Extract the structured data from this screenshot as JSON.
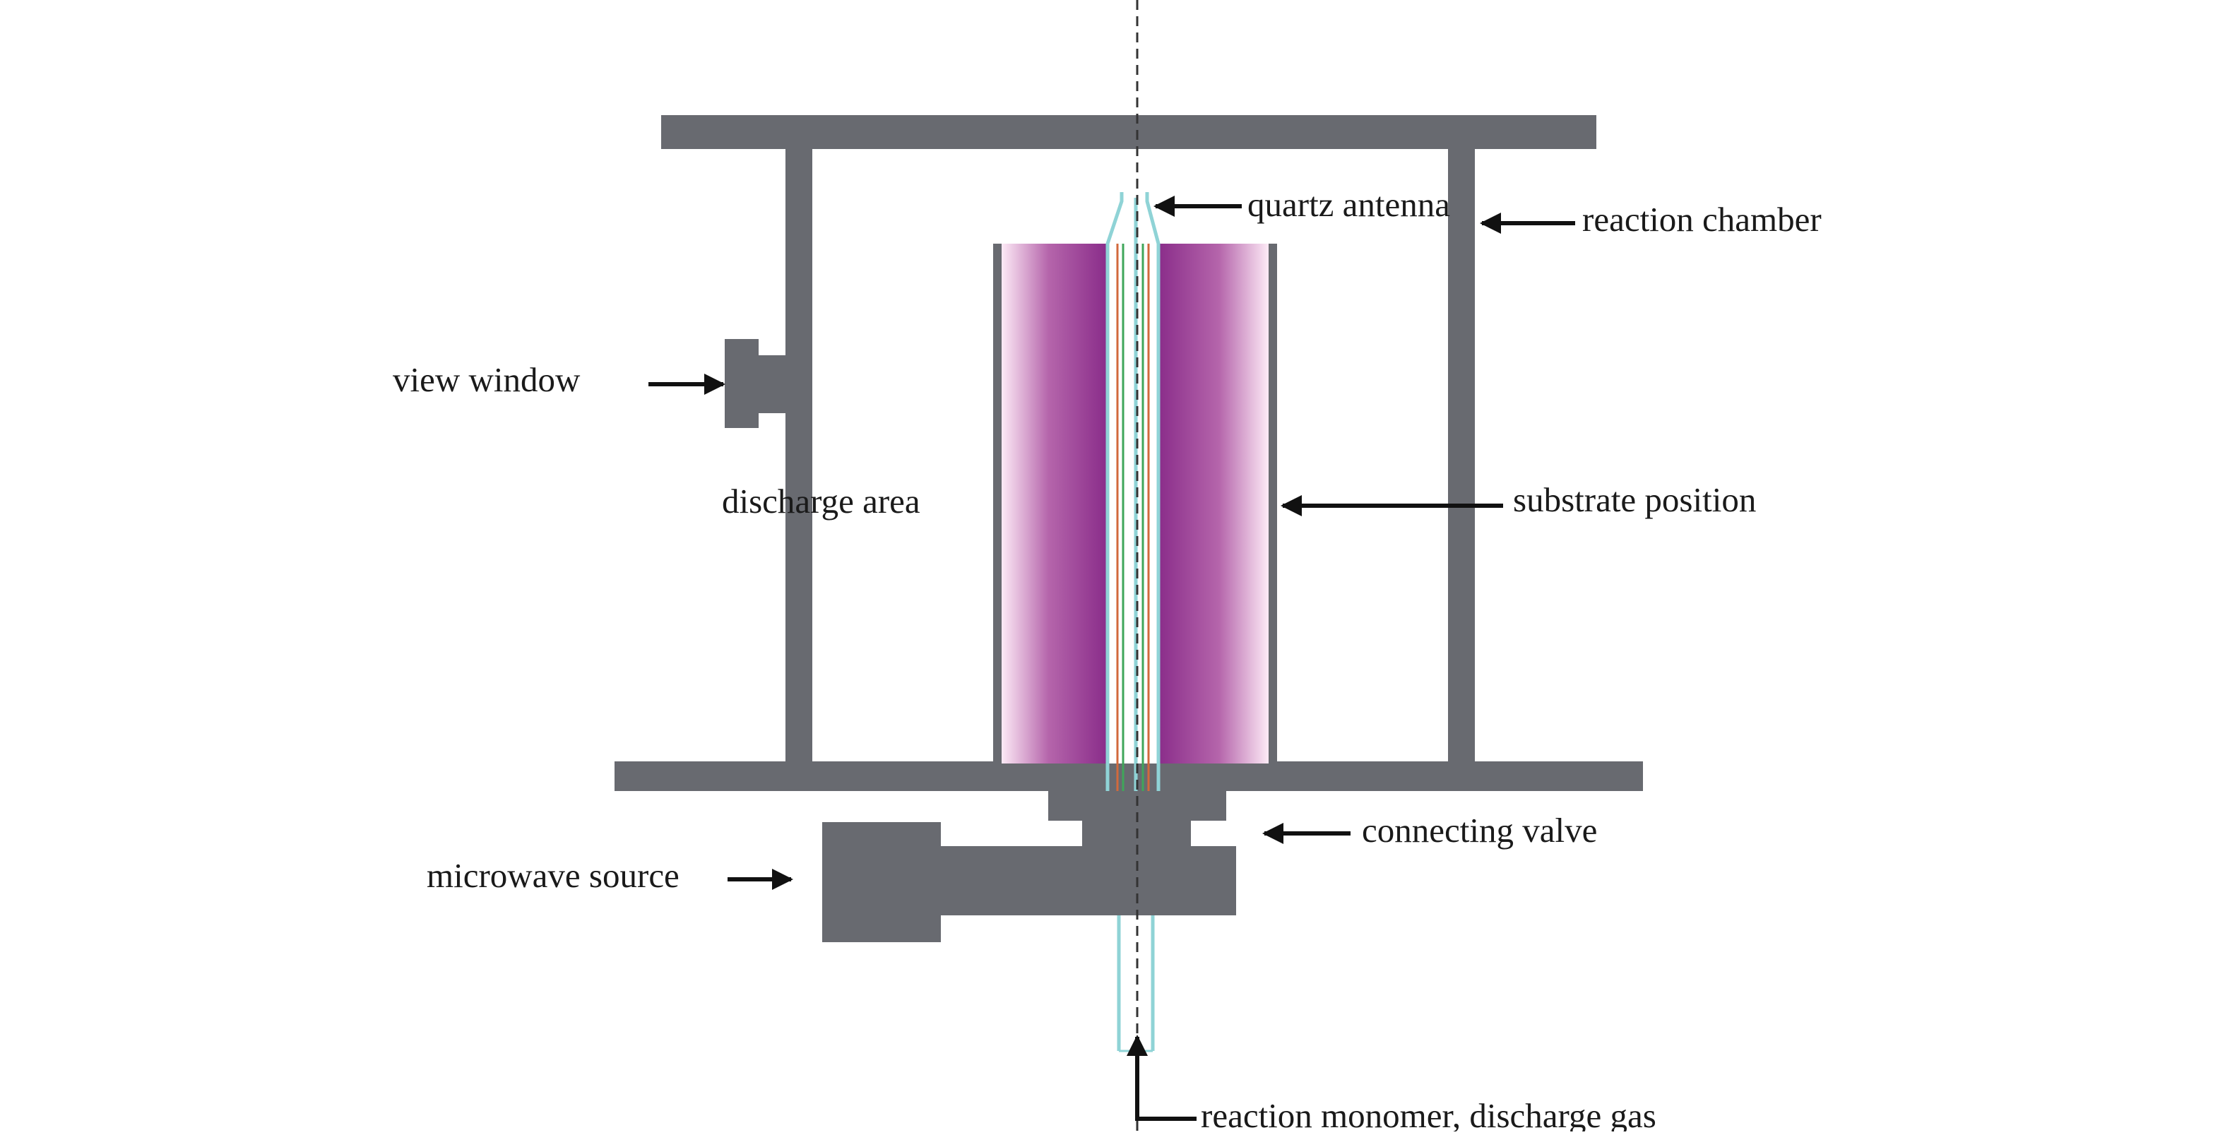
{
  "labels": {
    "quartz_antenna": "quartz antenna",
    "reaction_chamber": "reaction chamber",
    "view_window": "view window",
    "discharge_area": "discharge area",
    "substrate_position": "substrate position",
    "connecting_valve": "connecting valve",
    "microwave_source": "microwave source",
    "reaction_monomer": "reaction monomer, discharge gas"
  },
  "colors": {
    "frame": "#686a70",
    "plasma_dark": "#8c2f8c",
    "plasma_light": "#fde8f6",
    "quartz": "#8fd3d6",
    "antenna_inner_red": "#d2693c",
    "antenna_inner_green": "#3fa65a",
    "arrow": "#111111",
    "axis": "#333333"
  }
}
